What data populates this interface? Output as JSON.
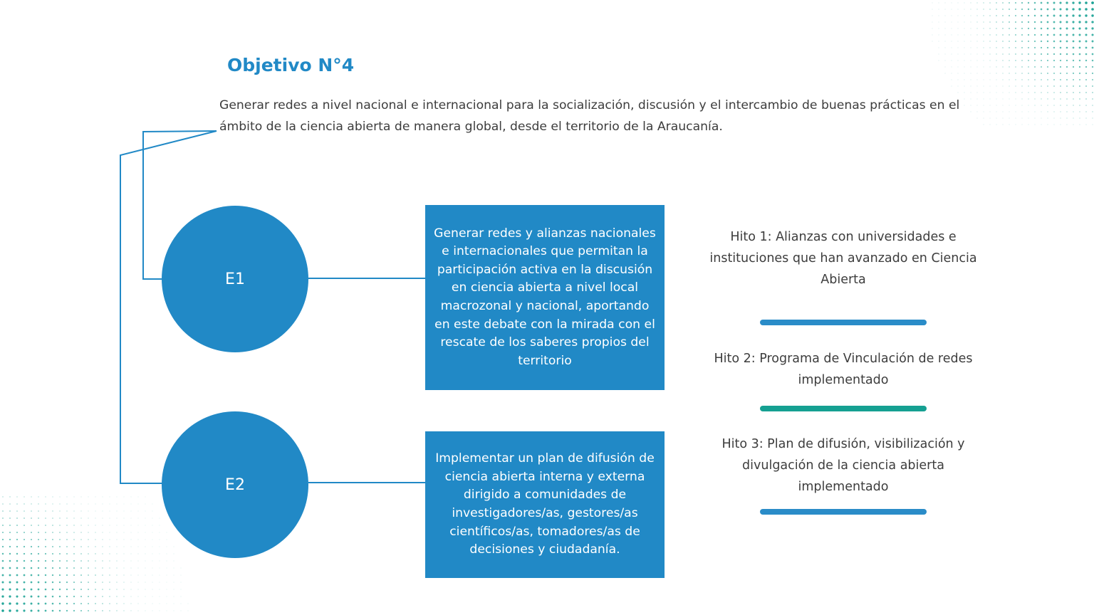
{
  "title": "Objetivo N°4",
  "description": "Generar redes a nivel nacional e internacional para la socialización, discusión y el intercambio de buenas prácticas en el ámbito de la ciencia abierta de manera global, desde el territorio de la Araucanía.",
  "strategies": [
    {
      "label": "E1",
      "text": "Generar redes y alianzas nacionales e internacionales que permitan la participación activa en la discusión en ciencia abierta a nivel local macrozonal y nacional, aportando en este debate con la mirada con el rescate de los saberes propios del territorio"
    },
    {
      "label": "E2",
      "text": "Implementar un plan de difusión de ciencia abierta interna y externa dirigido a comunidades de investigadores/as, gestores/as científicos/as, tomadores/as de decisiones y ciudadanía."
    }
  ],
  "hitos": [
    {
      "text": "Hito 1: Alianzas con universidades e instituciones que han avanzado en Ciencia Abierta",
      "bar_color": "#2a8cc8"
    },
    {
      "text": "Hito 2: Programa de Vinculación de redes implementado",
      "bar_color": "#15a092"
    },
    {
      "text": "Hito 3: Plan de difusión, visibilización y divulgación de la ciencia abierta implementado",
      "bar_color": "#2a8cc8"
    }
  ],
  "colors": {
    "primary_blue": "#2189c6",
    "teal": "#15a092",
    "text": "#3d3d3d"
  }
}
